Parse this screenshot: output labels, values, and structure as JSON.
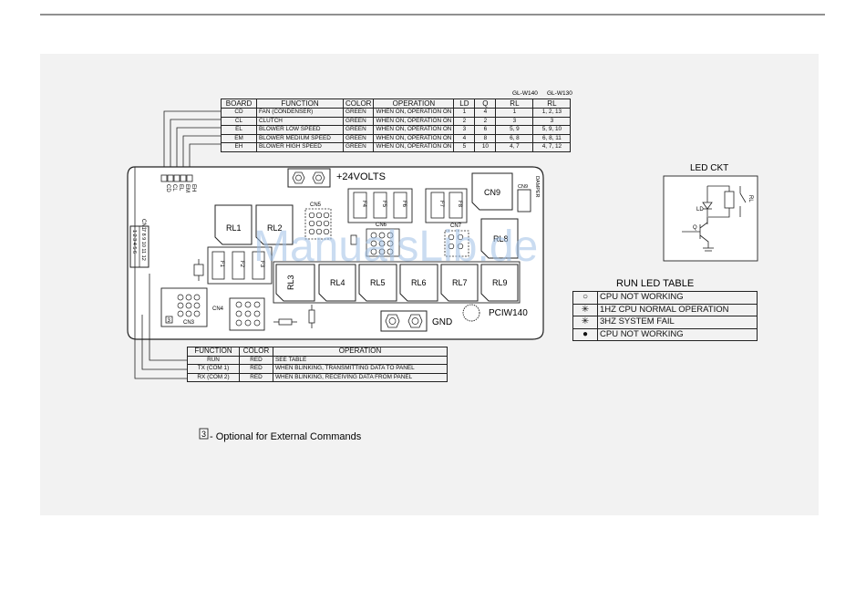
{
  "watermark": "ManualsLib.de",
  "model_headers": [
    "GL-W140",
    "GL-W130"
  ],
  "main_table": {
    "headers": [
      "BOARD",
      "FUNCTION",
      "COLOR",
      "OPERATION",
      "LD",
      "Q",
      "RL",
      "RL"
    ],
    "rows": [
      [
        "CD",
        "FAN (CONDENSER)",
        "GREEN",
        "WHEN ON, OPERATION ON",
        "1",
        "4",
        "1",
        "1, 2, 13"
      ],
      [
        "CL",
        "CLUTCH",
        "GREEN",
        "WHEN ON, OPERATION ON",
        "2",
        "2",
        "3",
        "3"
      ],
      [
        "EL",
        "BLOWER LOW SPEED",
        "GREEN",
        "WHEN ON, OPERATION ON",
        "3",
        "6",
        "5, 9",
        "5, 9, 10"
      ],
      [
        "EM",
        "BLOWER MEDIUM SPEED",
        "GREEN",
        "WHEN ON, OPERATION ON",
        "4",
        "8",
        "6, 8",
        "6, 8, 11"
      ],
      [
        "EH",
        "BLOWER HIGH SPEED",
        "GREEN",
        "WHEN ON, OPERATION ON",
        "5",
        "10",
        "4, 7",
        "4, 7, 12"
      ]
    ]
  },
  "board": {
    "power_label": "+24VOLTS",
    "gnd_label": "GND",
    "model_label": "PCIW140",
    "led_labels": [
      "CD",
      "CL",
      "EL",
      "EM",
      "EH"
    ],
    "relays": [
      "RL1",
      "RL2",
      "RL3",
      "RL4",
      "RL5",
      "RL6",
      "RL7",
      "RL9",
      "RL8"
    ],
    "fuses_left": [
      "F1",
      "F2",
      "F3"
    ],
    "fuses_top": [
      "F4",
      "F5",
      "F6",
      "F7",
      "F8"
    ],
    "connectors": [
      "CN1",
      "CN3",
      "CN4",
      "CN5",
      "CN6",
      "CN7",
      "CN8",
      "CN9"
    ],
    "cn1_pins_top": "7 8 9 10 11 12",
    "cn1_pins_bottom": "1 2 3 4 5 6",
    "cn3_pins": [
      "1",
      "2",
      "3",
      "4",
      "5",
      "6",
      "7",
      "8",
      "9"
    ],
    "cn6_pins": [
      "1",
      "2",
      "3",
      "4",
      "5",
      "6",
      "7",
      "8",
      "9"
    ],
    "damper_label": "DAMPER",
    "optional_mark": "3"
  },
  "function_table": {
    "headers": [
      "FUNCTION",
      "COLOR",
      "OPERATION"
    ],
    "rows": [
      [
        "RUN",
        "RED",
        "SEE TABLE"
      ],
      [
        "TX (COM 1)",
        "RED",
        "WHEN BLINKING, TRANSMITTING DATA TO PANEL"
      ],
      [
        "RX (COM 2)",
        "RED",
        "WHEN BLINKING, RECEIVING DATA FROM PANEL"
      ]
    ]
  },
  "led_ckt": {
    "title": "LED CKT",
    "labels": [
      "LD",
      "Q",
      "RL"
    ]
  },
  "run_led_table": {
    "title": "RUN LED TABLE",
    "rows": [
      {
        "symbol": "○",
        "text": "CPU NOT WORKING"
      },
      {
        "symbol": "✳",
        "text": "1HZ CPU NORMAL OPERATION"
      },
      {
        "symbol": "✳",
        "text": "3HZ SYSTEM FAIL"
      },
      {
        "symbol": "●",
        "text": "CPU NOT WORKING"
      }
    ]
  },
  "footnote": {
    "mark": "3",
    "text": "- Optional for External Commands"
  }
}
